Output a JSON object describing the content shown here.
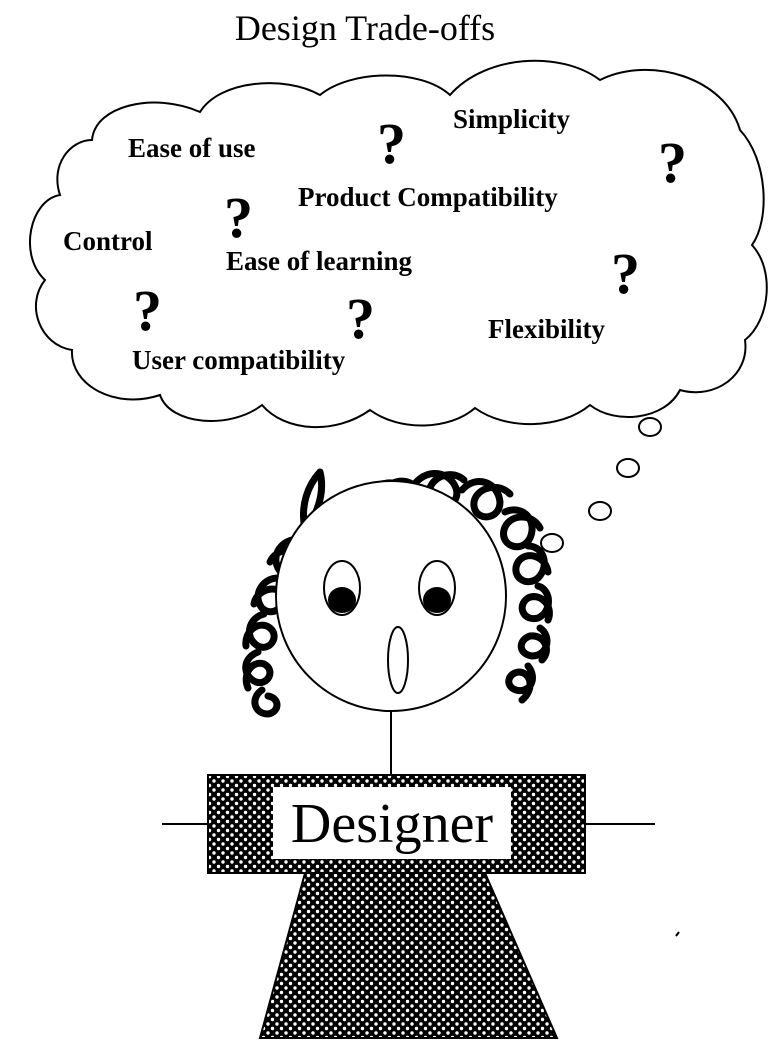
{
  "title": "Design Trade-offs",
  "thought_bubble": {
    "tradeoffs": [
      "Ease of use",
      "Simplicity",
      "Product Compatibility",
      "Control",
      "Ease of learning",
      "Flexibility",
      "User compatibility"
    ],
    "question_mark": "?"
  },
  "figure": {
    "shirt_label": "Designer"
  },
  "colors": {
    "ink": "#000000",
    "paper": "#ffffff"
  }
}
